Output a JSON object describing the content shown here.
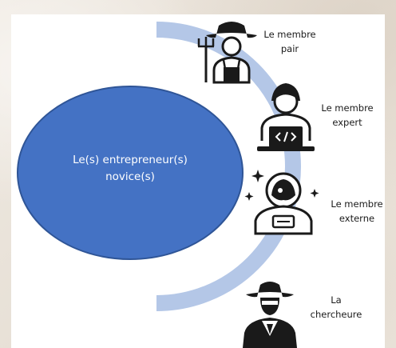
{
  "colors": {
    "ellipse_fill": "#4472c4",
    "ellipse_stroke": "#2f5597",
    "arc": "#b4c7e7",
    "icon": "#1a1a1a"
  },
  "center": {
    "line1": "Le(s) entrepreneur(s)",
    "line2": "novice(s)"
  },
  "members": [
    {
      "icon": "farmer-icon",
      "line1": "Le membre",
      "line2": "pair"
    },
    {
      "icon": "developer-icon",
      "line1": "Le membre",
      "line2": "expert"
    },
    {
      "icon": "astronaut-icon",
      "line1": "Le membre",
      "line2": "externe"
    },
    {
      "icon": "detective-icon",
      "line1": "La",
      "line2": "chercheure"
    }
  ]
}
